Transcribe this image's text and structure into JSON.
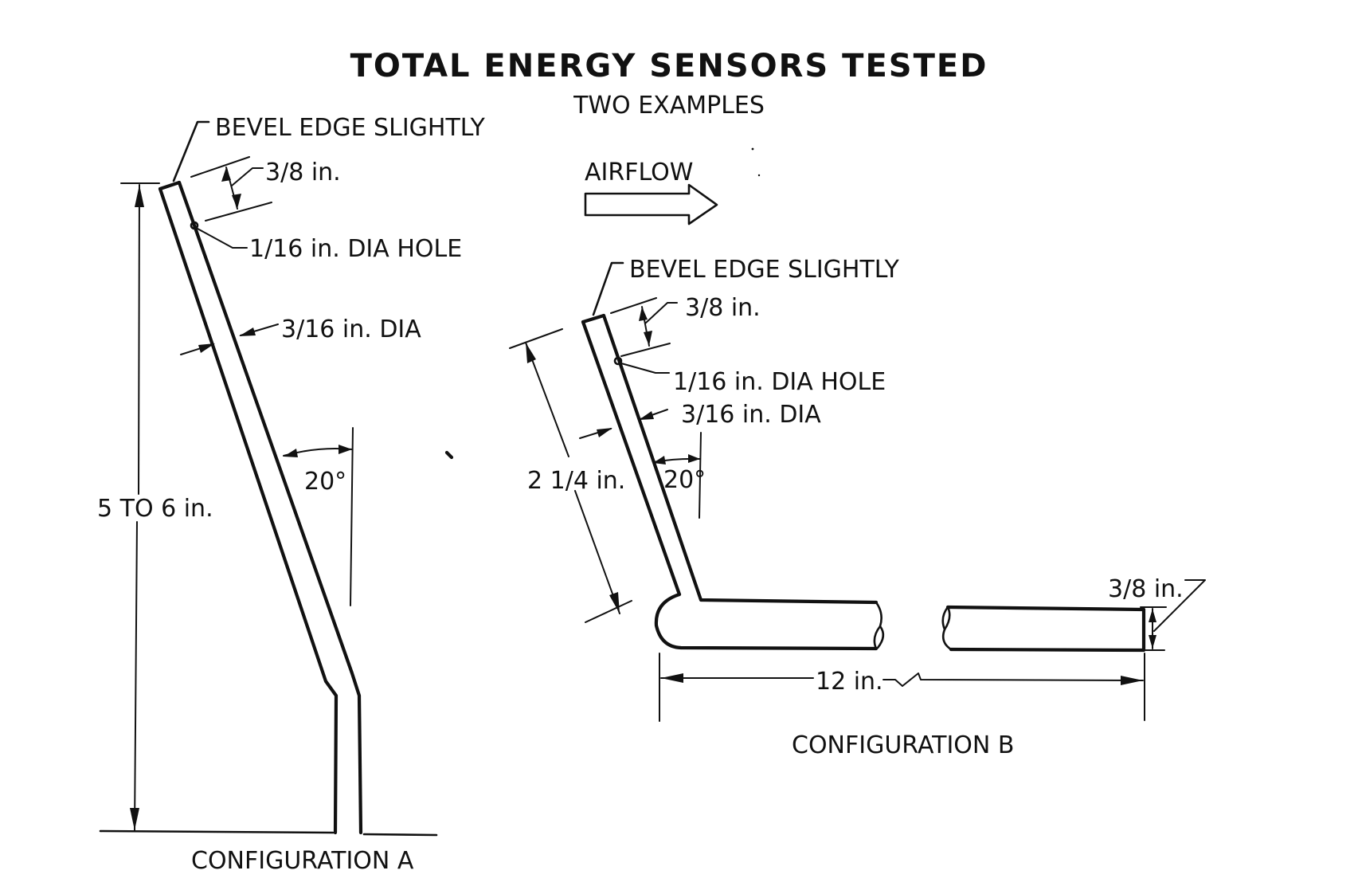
{
  "title": "TOTAL ENERGY SENSORS TESTED",
  "subtitle": "TWO EXAMPLES",
  "airflow": {
    "label": "AIRFLOW",
    "icon": "right-arrow-icon"
  },
  "configuration_a": {
    "caption": "CONFIGURATION A",
    "annotations": {
      "bevel": "BEVEL EDGE SLIGHTLY",
      "hole_offset": "3/8 in.",
      "hole": "1/16 in. DIA HOLE",
      "tube_dia": "3/16 in. DIA",
      "angle": "20°",
      "height": "5 TO 6 in."
    }
  },
  "configuration_b": {
    "caption": "CONFIGURATION B",
    "annotations": {
      "bevel": "BEVEL EDGE SLIGHTLY",
      "hole_offset": "3/8 in.",
      "hole": "1/16 in. DIA HOLE",
      "tube_dia": "3/16 in. DIA",
      "angle": "20°",
      "probe_length": "2 1/4 in.",
      "boom_length": "12 in.",
      "boom_dia": "3/8 in."
    }
  }
}
